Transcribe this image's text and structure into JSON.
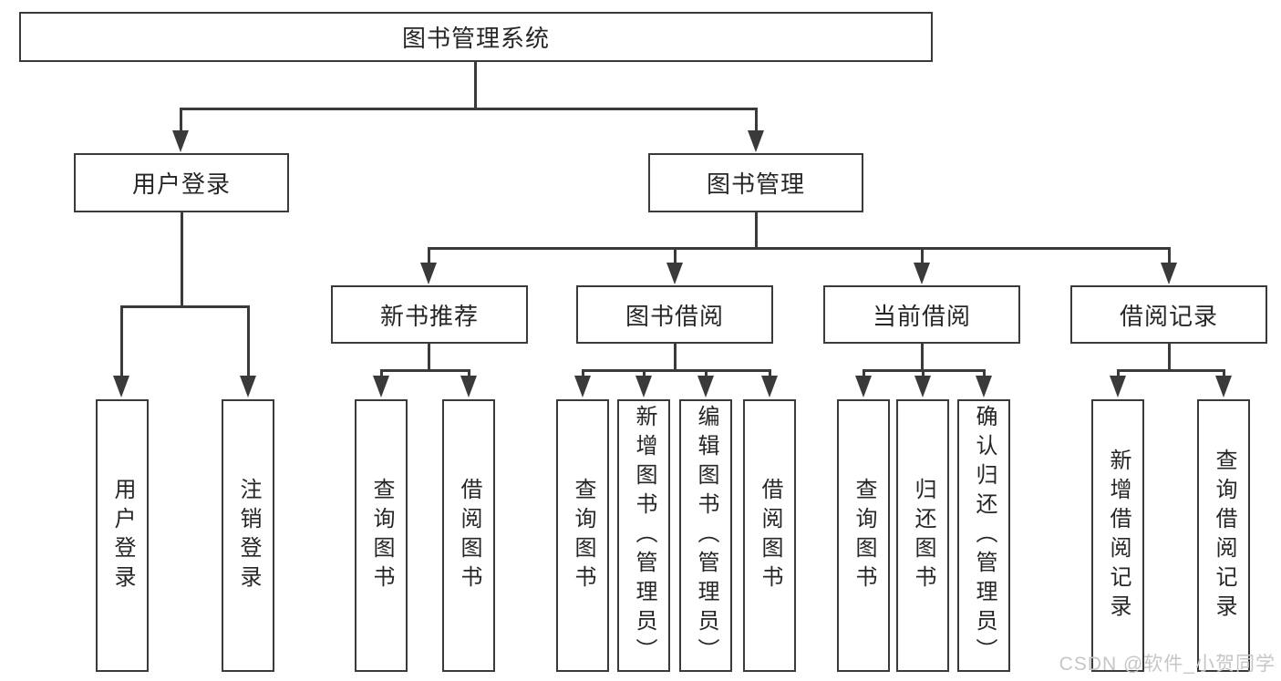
{
  "tree": {
    "label": "图书管理系统",
    "children": [
      {
        "label": "用户登录",
        "children": [
          {
            "label": "用户登录"
          },
          {
            "label": "注销登录"
          }
        ]
      },
      {
        "label": "图书管理",
        "children": [
          {
            "label": "新书推荐",
            "children": [
              {
                "label": "查询图书"
              },
              {
                "label": "借阅图书"
              }
            ]
          },
          {
            "label": "图书借阅",
            "children": [
              {
                "label": "查询图书"
              },
              {
                "label": "新增图书（管理员）"
              },
              {
                "label": "编辑图书（管理员）"
              },
              {
                "label": "借阅图书"
              }
            ]
          },
          {
            "label": "当前借阅",
            "children": [
              {
                "label": "查询图书"
              },
              {
                "label": "归还图书"
              },
              {
                "label": "确认归还（管理员）"
              }
            ]
          },
          {
            "label": "借阅记录",
            "children": [
              {
                "label": "新增借阅记录"
              },
              {
                "label": "查询借阅记录"
              }
            ]
          }
        ]
      }
    ]
  },
  "watermark": {
    "text": "CSDN @软件_小贺同学"
  },
  "colors": {
    "line": "#3a3a3a",
    "text": "#262626",
    "box-bg": "#ffffff",
    "wm": "#c6c6c6"
  }
}
